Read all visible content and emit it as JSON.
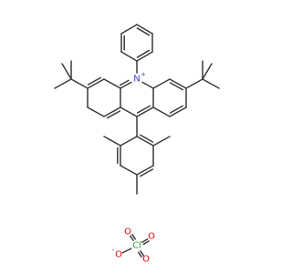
{
  "molecule": {
    "atoms": {
      "n": {
        "symbol": "N",
        "charge": "+"
      },
      "cl": {
        "symbol": "Cl"
      },
      "o1": {
        "symbol": "O"
      },
      "o2": {
        "symbol": "O"
      },
      "o3": {
        "symbol": "O"
      },
      "o4": {
        "symbol": "O",
        "charge": "-"
      }
    }
  },
  "colors": {
    "bond": "#3a3a3a",
    "nitrogen": "#3a3acc",
    "oxygen": "#e00000",
    "chlorine": "#25a825"
  }
}
